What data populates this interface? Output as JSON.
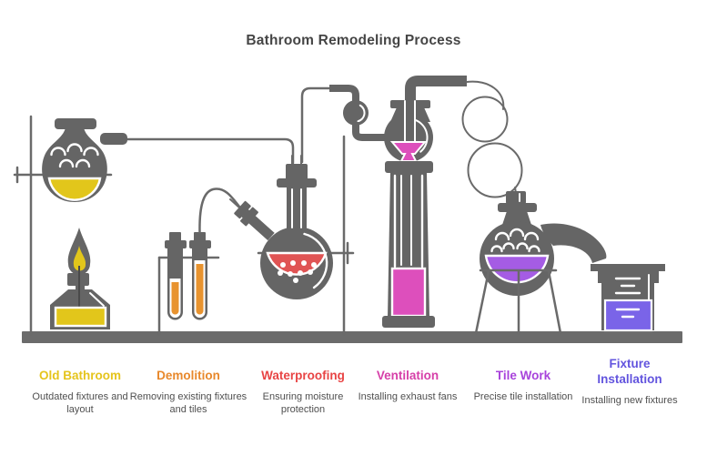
{
  "title": "Bathroom Remodeling Process",
  "colors": {
    "equipment_gray": "#656565",
    "bench_gray": "#6B6B6B",
    "line_gray": "#6A6A6A",
    "title_text": "#454545",
    "caption_text": "#4F4F4F",
    "yellow": "#E2C61B",
    "orange": "#E8932F",
    "red": "#E05454",
    "pink": "#DD4FBC",
    "purple": "#A55CE4",
    "indigo": "#7A64E8"
  },
  "stages": [
    {
      "label": "Old Bathroom",
      "caption": "Outdated fixtures and layout",
      "color": "#E5C41C",
      "icon": "flask-and-burner-icon"
    },
    {
      "label": "Demolition",
      "caption": "Removing existing fixtures and tiles",
      "color": "#E8882B",
      "icon": "test-tubes-icon"
    },
    {
      "label": "Waterproofing",
      "caption": "Ensuring moisture protection",
      "color": "#E84444",
      "icon": "round-bottom-flask-icon"
    },
    {
      "label": "Ventilation",
      "caption": "Installing exhaust fans",
      "color": "#D63FA8",
      "icon": "distillation-column-icon"
    },
    {
      "label": "Tile Work",
      "caption": "Precise tile installation",
      "color": "#A843DB",
      "icon": "retort-flask-icon"
    },
    {
      "label": "Fixture Installation",
      "caption": "Installing new fixtures",
      "color": "#6254DE",
      "icon": "beaker-icon"
    }
  ]
}
